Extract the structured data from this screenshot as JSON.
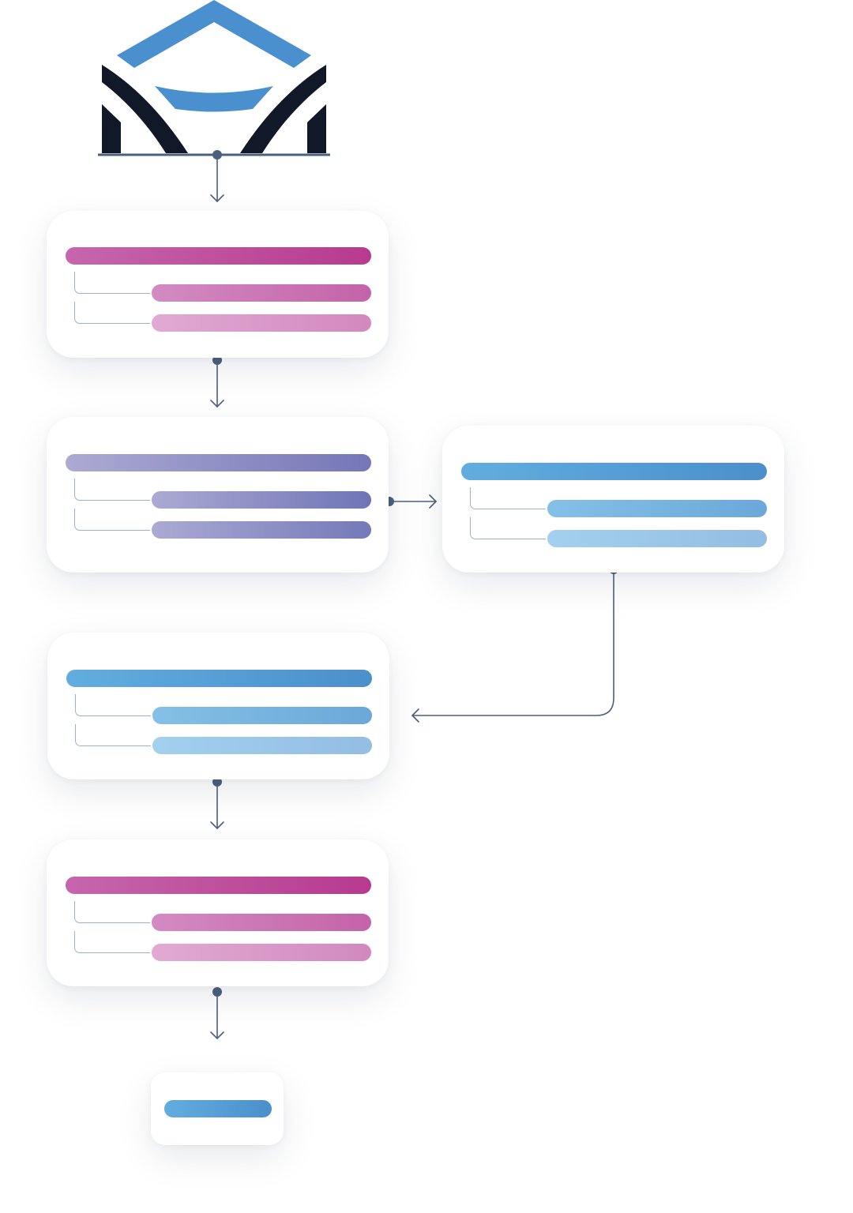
{
  "diagram": {
    "colors": {
      "connector": "#4a607e",
      "logo_blue": "#4a90cf",
      "logo_navy": "#111827",
      "pink": "#b73a8e",
      "lavender": "#7576b9",
      "blue": "#4b8fcb"
    },
    "icons": {
      "logo": "building-logo-icon",
      "arrow": "arrow-head-icon",
      "dot": "connector-dot-icon"
    },
    "nodes": [
      {
        "id": "node-1",
        "theme": "pink",
        "rows": 3
      },
      {
        "id": "node-2",
        "theme": "lavender",
        "rows": 3
      },
      {
        "id": "node-3",
        "theme": "blue",
        "rows": 3
      },
      {
        "id": "node-4",
        "theme": "blue",
        "rows": 3
      },
      {
        "id": "node-5",
        "theme": "pink",
        "rows": 3
      },
      {
        "id": "node-6",
        "theme": "blue",
        "rows": 1
      }
    ],
    "edges": [
      {
        "from": "logo",
        "to": "node-1"
      },
      {
        "from": "node-1",
        "to": "node-2"
      },
      {
        "from": "node-2",
        "to": "node-3"
      },
      {
        "from": "node-3",
        "to": "node-4"
      },
      {
        "from": "node-4",
        "to": "node-5"
      },
      {
        "from": "node-5",
        "to": "node-6"
      }
    ]
  }
}
